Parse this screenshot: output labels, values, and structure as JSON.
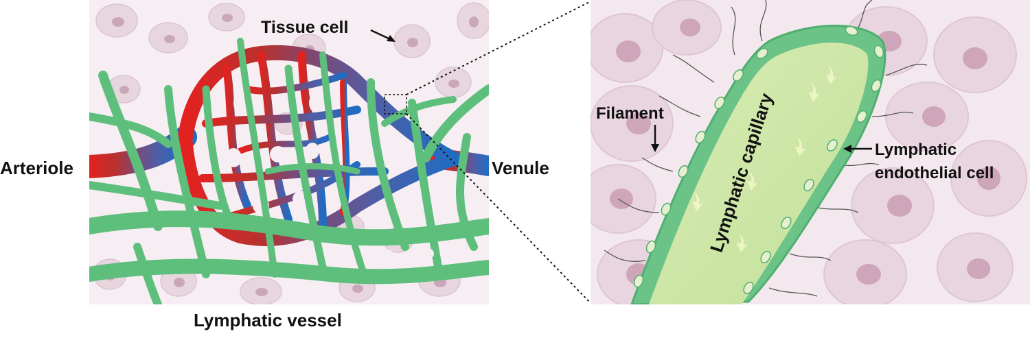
{
  "labels": {
    "arteriole": "Arteriole",
    "venule": "Venule",
    "tissue_cell": "Tissue cell",
    "lymphatic_vessel": "Lymphatic vessel",
    "filament": "Filament",
    "lymphatic_capillary": "Lymphatic capillary",
    "lec_line1": "Lymphatic",
    "lec_line2": "endothelial cell"
  },
  "colors": {
    "tissue_bg": "#f2e9ee",
    "tissue_cell": "#e6d3dd",
    "tissue_nucleus": "#caa9bb",
    "lymphatic_green": "#5cbf7c",
    "lymphatic_green_light": "#9bdcac",
    "capillary_lumen": "#cfe6a8",
    "artery_red": "#d9262a",
    "mid_purple": "#7b4a7a",
    "venule_blue": "#2f6fb8"
  }
}
